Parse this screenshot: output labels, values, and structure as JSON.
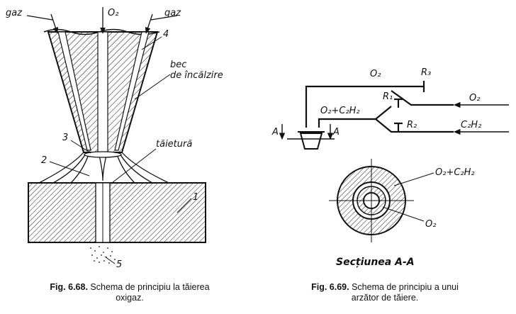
{
  "fig1": {
    "labels": {
      "gas_left": "gaz",
      "gas_right": "gaz",
      "oxygen": "O₂",
      "n1": "1",
      "n2": "2",
      "n3": "3",
      "n4": "4",
      "n5": "5",
      "heater_line1": "bec",
      "heater_line2": "de încălzire",
      "cut": "tăietură"
    },
    "caption_number": "Fig. 6.68.",
    "caption_text_line1": "Schema de principiu la tăierea",
    "caption_text_line2": "oxigaz."
  },
  "fig2": {
    "labels": {
      "o2_top": "O₂",
      "r3": "R₃",
      "r1": "R₁",
      "r2": "R₂",
      "o2_in": "O₂",
      "c2h2_in": "C₂H₂",
      "mix": "O₂+C₂H₂",
      "a_left": "A",
      "a_right": "A",
      "mix_section": "O₂+C₂H₂",
      "o2_section": "O₂",
      "section_title": "Secțiunea A-A"
    },
    "caption_number": "Fig. 6.69.",
    "caption_text_line1": "Schema de principiu a unui",
    "caption_text_line2": "arzător de tăiere."
  }
}
